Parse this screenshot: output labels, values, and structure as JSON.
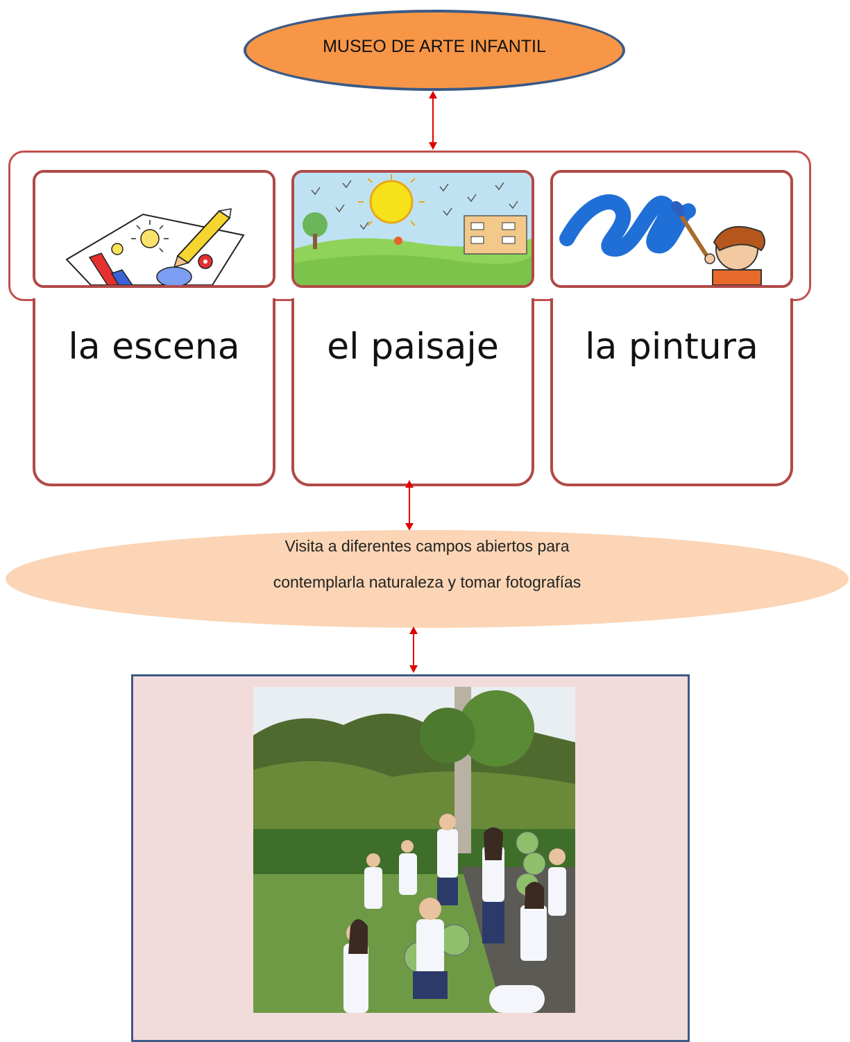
{
  "diagram": {
    "title": "MUSEO DE ARTE INFANTIL",
    "concepts": [
      {
        "label": "la escena",
        "image": "drawing-paper-pencils-icon"
      },
      {
        "label": "el paisaje",
        "image": "child-landscape-drawing-icon"
      },
      {
        "label": "la pintura",
        "image": "child-painting-brush-icon"
      }
    ],
    "activity": {
      "line1": "Visita a diferentes campos abiertos para",
      "line2": "contemplarla naturaleza y tomar fotografías"
    },
    "photo": {
      "image": "children-outdoor-photo"
    },
    "colors": {
      "title_fill": "#f79646",
      "title_border": "#3b5a86",
      "card_border": "#b04a47",
      "activity_fill": "#fbd5b5",
      "panel_fill": "#f2dcdb",
      "arrow": "#e00000"
    }
  }
}
